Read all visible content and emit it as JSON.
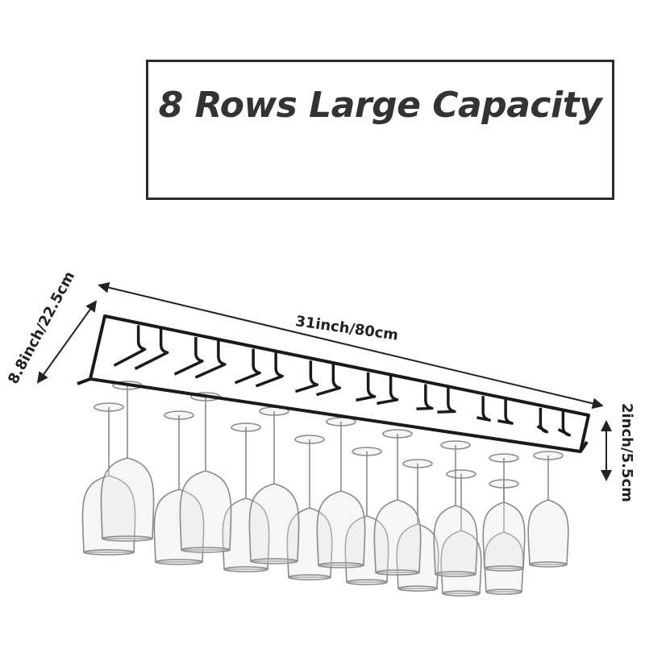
{
  "title": "8 Rows Large Capacity",
  "dimensions": {
    "width": "31inch/80cm",
    "depth": "8.8inch/22.5cm",
    "height": "2inch/5.5cm"
  },
  "product": {
    "illustration": "wine-glass-rack-icon",
    "rows": 8
  },
  "colors": {
    "rack": "#1a1a1a",
    "glass_stroke": "#8a8a8a",
    "text": "#333333",
    "border": "#2b2b2b"
  }
}
